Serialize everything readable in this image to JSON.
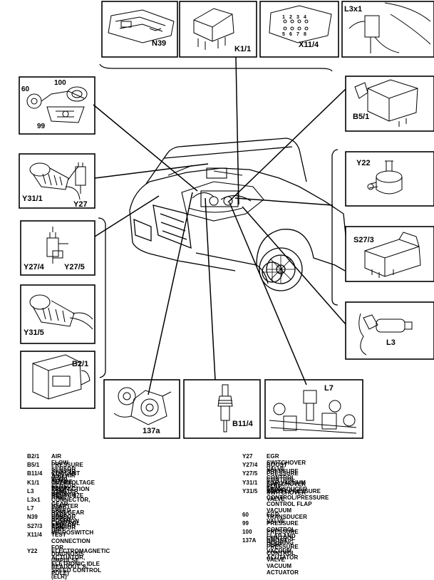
{
  "components": {
    "n39": "N39",
    "k11": "K1/1",
    "x114": "X11/4",
    "l3x1": "L3x1",
    "egr": {
      "c60": "60",
      "c100": "100",
      "c99": "99"
    },
    "b51": "B5/1",
    "y311": "Y31/1",
    "y27": "Y27",
    "y22": "Y22",
    "s273": "S27/3",
    "y274": "Y27/4",
    "y275": "Y27/5",
    "y315": "Y31/5",
    "l3": "L3",
    "b21": "B2/1",
    "c137a": "137a",
    "b114": "B11/4",
    "l7": "L7",
    "x114_pins": [
      "1",
      "2",
      "3",
      "4",
      "5",
      "6",
      "7",
      "8"
    ]
  },
  "legend": {
    "left": [
      {
        "code": "B2/1",
        "desc": "AIR FLOW SENSOR AND AIR INTAKE TEMP. SENSOR"
      },
      {
        "code": "B5/1",
        "desc": "PRESSURE SENSOR (EDS)"
      },
      {
        "code": "B11/4",
        "desc": "COOLANT TEMP. SENSOR (EDS)"
      },
      {
        "code": "K1/1",
        "desc": "OVERVOLTAGE PROTECTION RELAY, 87E"
      },
      {
        "code": "L3",
        "desc": "STARTER RING GEAR SPEED SENSOR"
      },
      {
        "code": "L3x1",
        "desc": "CONNECTOR, STARTER RING GEAR SPEED SENSOR"
      },
      {
        "code": "L7",
        "desc": "FUEL RACK POSITION SENSOR"
      },
      {
        "code": "N39",
        "desc": "EDS CONTROL UNIT"
      },
      {
        "code": "S27/3",
        "desc": "EGR MICROSWITCH"
      },
      {
        "code": "X11/4",
        "desc": "TEST CONNECTION FOR DIAGNOSIS\n(IMPULSE READOUT, 8-POLE)"
      },
      {
        "code": "Y22",
        "desc": "ELECTROMAGNETIC ACTUATOR, ELETRONIC IDLE\nSPEED CONTROL (ELR)"
      }
    ],
    "right_a": [
      {
        "code": "Y27",
        "desc": "EGR SWITCHOVER VALVE"
      },
      {
        "code": "Y27/4",
        "desc": "BOOST PRESSURE CONTROL SWITCHOVER VALVE"
      },
      {
        "code": "Y27/5",
        "desc": "PRESSURE CONTROL FLAP SWITCHOVER VALVE"
      },
      {
        "code": "Y31/1",
        "desc": "EGR VACUUM TRANSDUCER"
      },
      {
        "code": "Y31/5",
        "desc": "BOOST PRESSURE CONTROL/PRESSURE CONTROL FLAP\nVACUUM TRANSDUCER"
      }
    ],
    "right_b": [
      {
        "code": "60",
        "desc": "EGR VALVE"
      },
      {
        "code": "99",
        "desc": "PRESSURE CONTROL FLAP AND HOUSING"
      },
      {
        "code": "100",
        "desc": "PRESSURE CONTROL FLAP VACUUM ACUTATOR"
      },
      {
        "code": "137A",
        "desc": "BOOST PRESSURE CONTROL VALVE VACUUM ACTUATOR"
      }
    ]
  }
}
